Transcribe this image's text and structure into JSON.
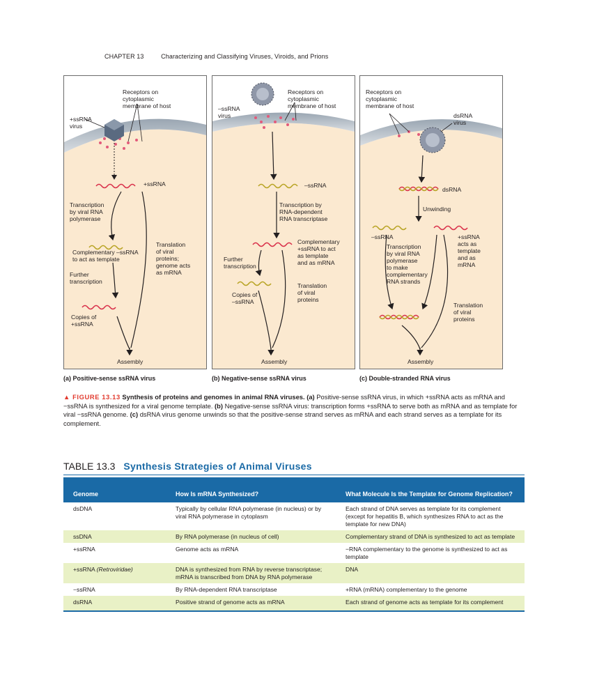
{
  "header": {
    "chapter": "CHAPTER 13",
    "title": "Characterizing and Classifying Viruses, Viroids, and Prions"
  },
  "panels": {
    "a": {
      "receptors": "Receptors on\ncytoplasmic\nmembrane of host",
      "virus": "+ssRNA\nvirus",
      "rna_top": "+ssRNA",
      "transcription": "Transcription\nby viral RNA\npolymerase",
      "complementary": "Complementary –ssRNA\nto act as template",
      "further": "Further\ntranscription",
      "copies": "Copies of\n+ssRNA",
      "translation": "Translation\nof viral\nproteins;\ngenome acts\nas mRNA",
      "assembly": "Assembly",
      "caption": "(a) Positive-sense ssRNA virus"
    },
    "b": {
      "receptors": "Receptors on\ncytoplasmic\nmembrane of host",
      "virus": "–ssRNA\nvirus",
      "rna_top": "–ssRNA",
      "transcription": "Transcription by\nRNA-dependent\nRNA transcriptase",
      "complementary": "Complementary\n+ssRNA to act\nas template\nand as mRNA",
      "further": "Further\ntranscription",
      "copies": "Copies of\n–ssRNA",
      "translation": "Translation\nof viral\nproteins",
      "assembly": "Assembly",
      "caption": "(b) Negative-sense ssRNA virus"
    },
    "c": {
      "receptors": "Receptors on\ncytoplasmic\nmembrane of host",
      "virus": "dsRNA\nvirus",
      "rna_top": "dsRNA",
      "unwinding": "Unwinding",
      "minus": "–ssRNA",
      "transcription": "Transcription\nby viral RNA\npolymerase\nto make\ncomplementary\nRNA strands",
      "plus": "+ssRNA\nacts as\ntemplate\nand as\nmRNA",
      "translation": "Translation\nof viral\nproteins",
      "assembly": "Assembly",
      "caption": "(c) Double-stranded RNA virus"
    }
  },
  "figure_caption": {
    "label": "▲ FIGURE 13.13",
    "title": "Synthesis of proteins and genomes in animal RNA viruses.",
    "a_tag": "(a)",
    "a_text": "Positive-sense ssRNA virus, in which +ssRNA acts as mRNA and −ssRNA is synthesized for a viral genome template.",
    "b_tag": "(b)",
    "b_text": "Negative-sense ssRNA virus: transcription forms +ssRNA to serve both as mRNA and as template for viral −ssRNA genome.",
    "c_tag": "(c)",
    "c_text": "dsRNA virus genome unwinds so that the positive-sense strand serves as mRNA and each strand serves as a template for its complement."
  },
  "table": {
    "number": "TABLE 13.3",
    "title": "Synthesis Strategies of Animal Viruses",
    "headers": [
      "Genome",
      "How Is mRNA Synthesized?",
      "What Molecule Is the Template for Genome Replication?"
    ],
    "rows": [
      {
        "genome": "dsDNA",
        "genome_note": "",
        "mrna": "Typically by cellular RNA polymerase (in nucleus) or by viral RNA polymerase in cytoplasm",
        "template": "Each strand of DNA serves as template for its complement (except for hepatitis B, which synthesizes RNA to act as the template for new DNA)"
      },
      {
        "genome": "ssDNA",
        "genome_note": "",
        "mrna": "By RNA polymerase (in nucleus of cell)",
        "template": "Complementary strand of DNA is synthesized to act as template"
      },
      {
        "genome": "+ssRNA",
        "genome_note": "",
        "mrna": "Genome acts as mRNA",
        "template": "−RNA complementary to the genome is synthesized to act as template"
      },
      {
        "genome": "+ssRNA ",
        "genome_note": "(Retroviridae)",
        "mrna": "DNA is synthesized from RNA by reverse transcriptase; mRNA is transcribed from DNA by RNA polymerase",
        "template": "DNA"
      },
      {
        "genome": "−ssRNA",
        "genome_note": "",
        "mrna": "By RNA-dependent RNA transcriptase",
        "template": "+RNA (mRNA) complementary to the genome"
      },
      {
        "genome": "dsRNA",
        "genome_note": "",
        "mrna": "Positive strand of genome acts as mRNA",
        "template": "Each strand of genome acts as template for its complement"
      }
    ]
  },
  "colors": {
    "table_blue": "#1a6aa6",
    "row_shade": "#e9f1c6",
    "figure_red": "#e23a2e",
    "plus_rna": "#d9304a",
    "minus_rna": "#b8a424",
    "cytoplasm": "#fbe9d0"
  }
}
